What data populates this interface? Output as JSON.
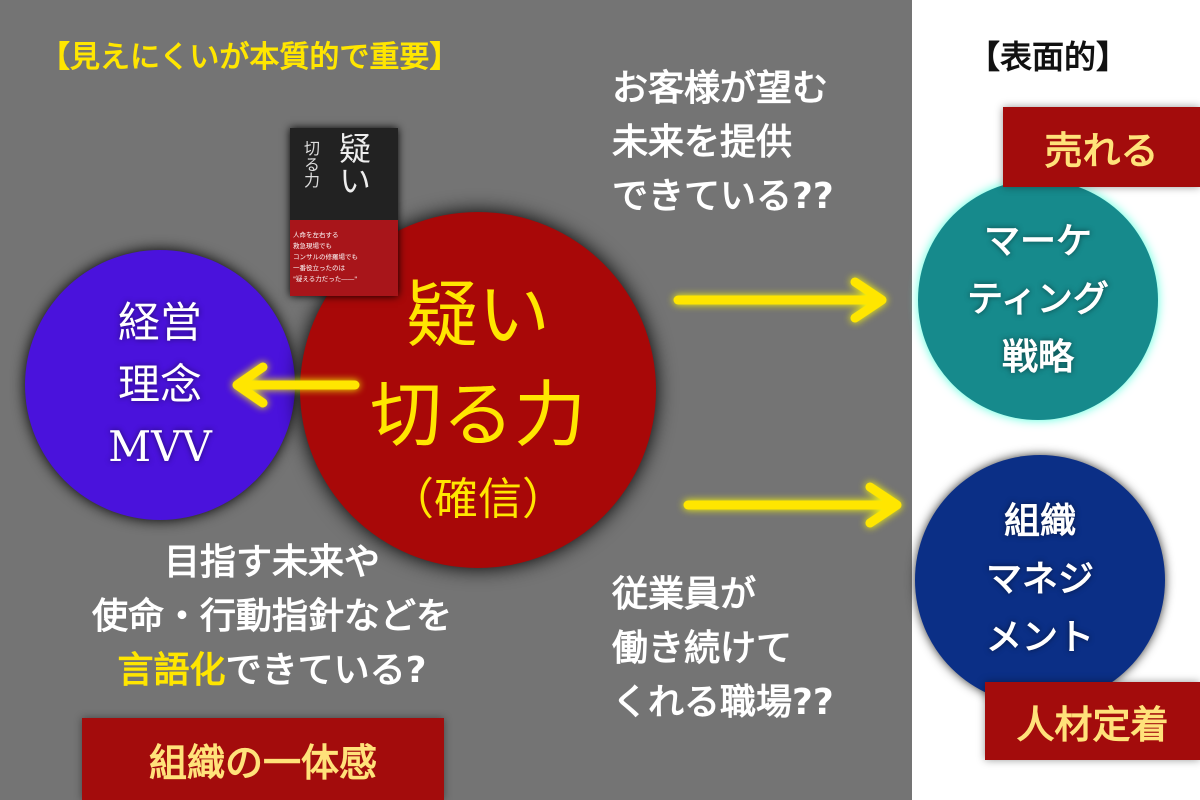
{
  "header_left": "【見えにくいが本質的で重要】",
  "header_right": "【表面的】",
  "book": {
    "title_1": "疑い",
    "title_2": "切る力",
    "blurb": [
      "人命を左右する",
      "救急現場でも",
      "コンサルの修羅場でも",
      "一番役立ったのは",
      "\"疑える力だった――\""
    ]
  },
  "center_circle": {
    "line1": "疑い",
    "line2": "切る力",
    "line3": "（確信）",
    "color": "#a80808"
  },
  "left_circle": {
    "lines": [
      "経営",
      "理念",
      "MVV"
    ],
    "color": "#4a12dc"
  },
  "top_right_circle": {
    "lines": [
      "マーケ",
      "ティング",
      "戦略"
    ],
    "color": "#168a8c"
  },
  "bottom_right_circle": {
    "lines": [
      "組織",
      "マネジ",
      "メント"
    ],
    "color": "#0b2f86"
  },
  "question_top": [
    "お客様が望む",
    "未来を提供",
    "できている??"
  ],
  "question_bottom": [
    "従業員が",
    "働き続けて",
    "くれる職場??"
  ],
  "question_left": {
    "line1": "目指す未来や",
    "line2": "使命・行動指針などを",
    "line3_highlight": "言語化",
    "line3_rest": "できている?"
  },
  "labels": {
    "sells": "売れる",
    "retention": "人材定着",
    "unity": "組織の一体感"
  },
  "colors": {
    "arrow": "#ffe600",
    "label_bg": "#a30c0c",
    "gray_bg": "#747474"
  }
}
